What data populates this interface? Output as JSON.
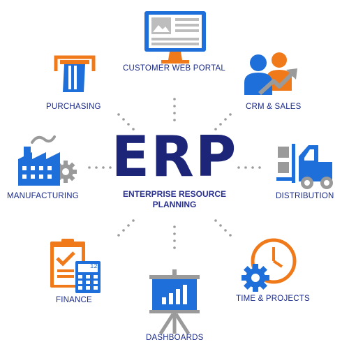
{
  "center": {
    "title": "ERP",
    "subtitle_line1": "ENTERPRISE RESOURCE",
    "subtitle_line2": "PLANNING"
  },
  "modules": {
    "customer_web_portal": "CUSTOMER WEB PORTAL",
    "crm_sales": "CRM & SALES",
    "purchasing": "PURCHASING",
    "manufacturing": "MANUFACTURING",
    "distribution": "DISTRIBUTION",
    "finance": "FINANCE",
    "time_projects": "TIME & PROJECTS",
    "dashboards": "DASHBOARDS"
  },
  "calculator_display": "12",
  "colors": {
    "blue": "#1e6fd9",
    "orange": "#f07a1a",
    "navy": "#1c2578",
    "gray": "#9a9a9a"
  }
}
